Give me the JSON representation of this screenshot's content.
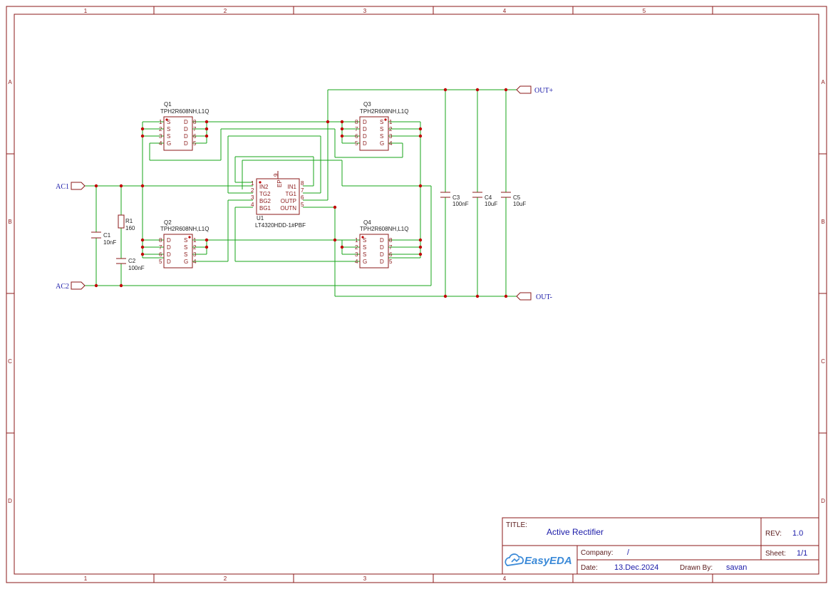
{
  "title_block": {
    "title_label": "TITLE:",
    "title": "Active Rectifier",
    "rev_label": "REV:",
    "rev": "1.0",
    "company_label": "Company:",
    "company": "/",
    "sheet_label": "Sheet:",
    "sheet": "1/1",
    "date_label": "Date:",
    "date": "13.Dec.2024",
    "drawn_label": "Drawn By:",
    "drawn_by": "savan",
    "logo_text": "EasyEDA"
  },
  "frame": {
    "columns": [
      "1",
      "2",
      "3",
      "4",
      "5"
    ],
    "rows": [
      "A",
      "B",
      "C",
      "D"
    ]
  },
  "nets": {
    "ac1": "AC1",
    "ac2": "AC2",
    "out_plus": "OUT+",
    "out_minus": "OUT-"
  },
  "components": {
    "q1": {
      "ref": "Q1",
      "value": "TPH2R608NH,L1Q"
    },
    "q2": {
      "ref": "Q2",
      "value": "TPH2R608NH,L1Q"
    },
    "q3": {
      "ref": "Q3",
      "value": "TPH2R608NH,L1Q"
    },
    "q4": {
      "ref": "Q4",
      "value": "TPH2R608NH,L1Q"
    },
    "u1": {
      "ref": "U1",
      "value": "LT4320HDD-1#PBF",
      "pins_left": [
        "IN2",
        "TG2",
        "BG2",
        "BG1"
      ],
      "pins_right": [
        "IN1",
        "TG1",
        "OUTP",
        "OUTN"
      ],
      "ep": "EP",
      "ep_num": "9"
    },
    "r1": {
      "ref": "R1",
      "value": "160"
    },
    "c1": {
      "ref": "C1",
      "value": "10nF"
    },
    "c2": {
      "ref": "C2",
      "value": "100nF"
    },
    "c3": {
      "ref": "C3",
      "value": "100nF"
    },
    "c4": {
      "ref": "C4",
      "value": "10uF"
    },
    "c5": {
      "ref": "C5",
      "value": "10uF"
    }
  },
  "mosfet_pins": {
    "q1": {
      "left_nums": [
        "1",
        "2",
        "3",
        "4"
      ],
      "left_names": [
        "S",
        "S",
        "S",
        "G"
      ],
      "right_nums": [
        "8",
        "7",
        "6",
        "5"
      ],
      "right_names": [
        "D",
        "D",
        "D",
        "D"
      ]
    },
    "q2": {
      "left_nums": [
        "8",
        "7",
        "6",
        "5"
      ],
      "left_names": [
        "D",
        "D",
        "D",
        "D"
      ],
      "right_nums": [
        "1",
        "2",
        "3",
        "4"
      ],
      "right_names": [
        "S",
        "S",
        "S",
        "G"
      ]
    },
    "q3": {
      "left_nums": [
        "8",
        "7",
        "6",
        "5"
      ],
      "left_names": [
        "D",
        "D",
        "D",
        "D"
      ],
      "right_nums": [
        "1",
        "2",
        "3",
        "4"
      ],
      "right_names": [
        "S",
        "S",
        "S",
        "G"
      ]
    },
    "q4": {
      "left_nums": [
        "1",
        "2",
        "3",
        "4"
      ],
      "left_names": [
        "S",
        "S",
        "S",
        "G"
      ],
      "right_nums": [
        "8",
        "7",
        "6",
        "5"
      ],
      "right_names": [
        "D",
        "D",
        "D",
        "D"
      ]
    }
  },
  "u1_pin_nums": {
    "left": [
      "1",
      "2",
      "3",
      "4"
    ],
    "right": [
      "8",
      "7",
      "6",
      "5"
    ]
  },
  "colors": {
    "frame": "#8b1a1a",
    "wire": "#17a51a",
    "text": "#1a1aa8",
    "junction": "#c00000"
  }
}
